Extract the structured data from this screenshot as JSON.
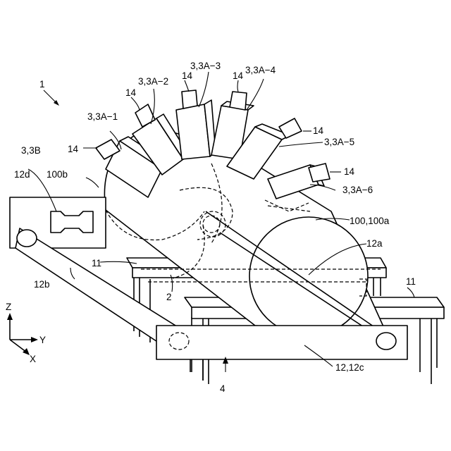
{
  "figure": {
    "labels": {
      "device": "1",
      "robot_1": "3,3A−1",
      "robot_2": "3,3A−2",
      "robot_3": "3,3A−3",
      "robot_4": "3,3A−4",
      "robot_5": "3,3A−5",
      "robot_6": "3,3A−6",
      "robot_b": "3,3B",
      "tool_1": "14",
      "tool_2": "14",
      "tool_3": "14",
      "tool_4": "14",
      "tool_5": "14",
      "tool_6": "14",
      "frame": "100,100a",
      "frame_side": "100b",
      "conveyor": "12,12c",
      "conveyor_a": "12a",
      "conveyor_b": "12b",
      "conveyor_d": "12d",
      "table_left": "11",
      "table_right": "11",
      "workpiece": "2",
      "base": "4"
    },
    "axes": {
      "z": "Z",
      "y": "Y",
      "x": "X"
    }
  }
}
